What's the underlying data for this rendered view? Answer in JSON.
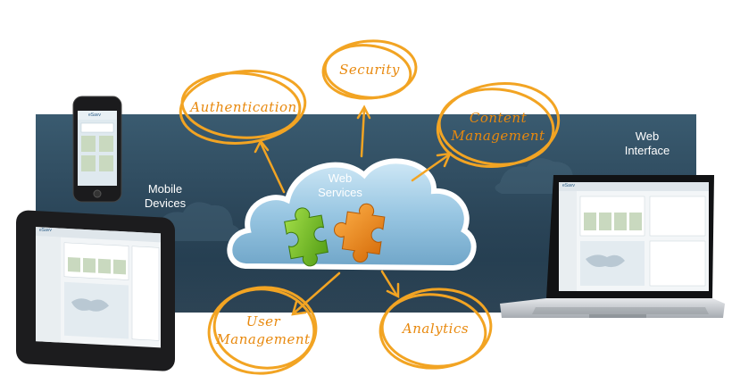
{
  "mobile_devices": "Mobile Devices",
  "web_interface": "Web Interface",
  "web_services": "Web Services",
  "bubbles": {
    "authentication": "Authentication",
    "security": "Security",
    "content_management": "Content Management",
    "user_management": "User Management",
    "analytics": "Analytics"
  },
  "brand": "eSavv",
  "colors": {
    "accent": "#f2a423",
    "banner": "#2a4457",
    "cloud": "#9fcde8",
    "puzzle_green": "#7cc12a",
    "puzzle_orange": "#f08a1c"
  }
}
